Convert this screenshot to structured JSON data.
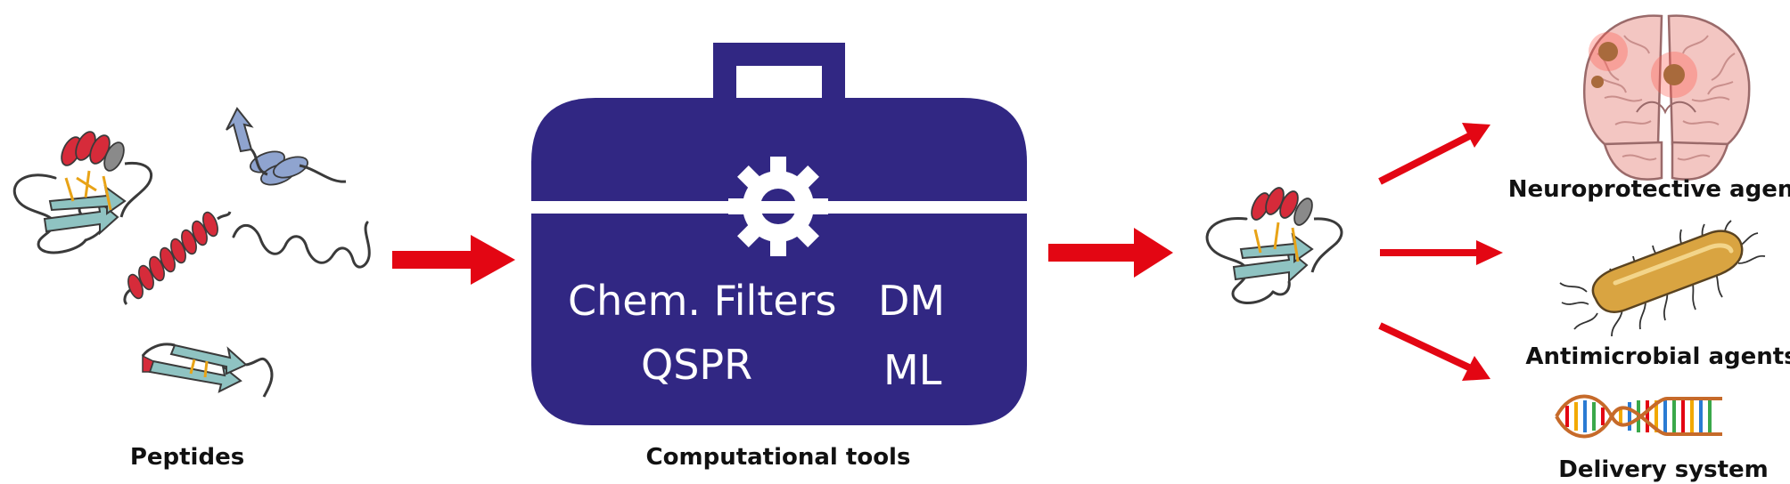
{
  "labels": {
    "peptides": "Peptides",
    "computational_tools": "Computational tools",
    "neuroprotective": "Neuroprotective agents",
    "antimicrobial": "Antimicrobial agents",
    "delivery": "Delivery system"
  },
  "toolbox": {
    "chem_filters": "Chem. Filters",
    "dm": "DM",
    "qspr": "QSPR",
    "ml": "ML"
  },
  "colors": {
    "toolbox": "#312783",
    "arrow": "#e30613",
    "helix_red": "#d62b3a",
    "sheet_teal": "#8fc3c2",
    "helix_blue": "#8fa4cf",
    "disulfide": "#e8a317",
    "coil": "#3a3a3a",
    "brain": "#f3c6c2",
    "bacterium": "#d9a441"
  },
  "icons": [
    "gear-icon",
    "brain-icon",
    "bacterium-icon",
    "dna-icon",
    "peptide-icon"
  ]
}
